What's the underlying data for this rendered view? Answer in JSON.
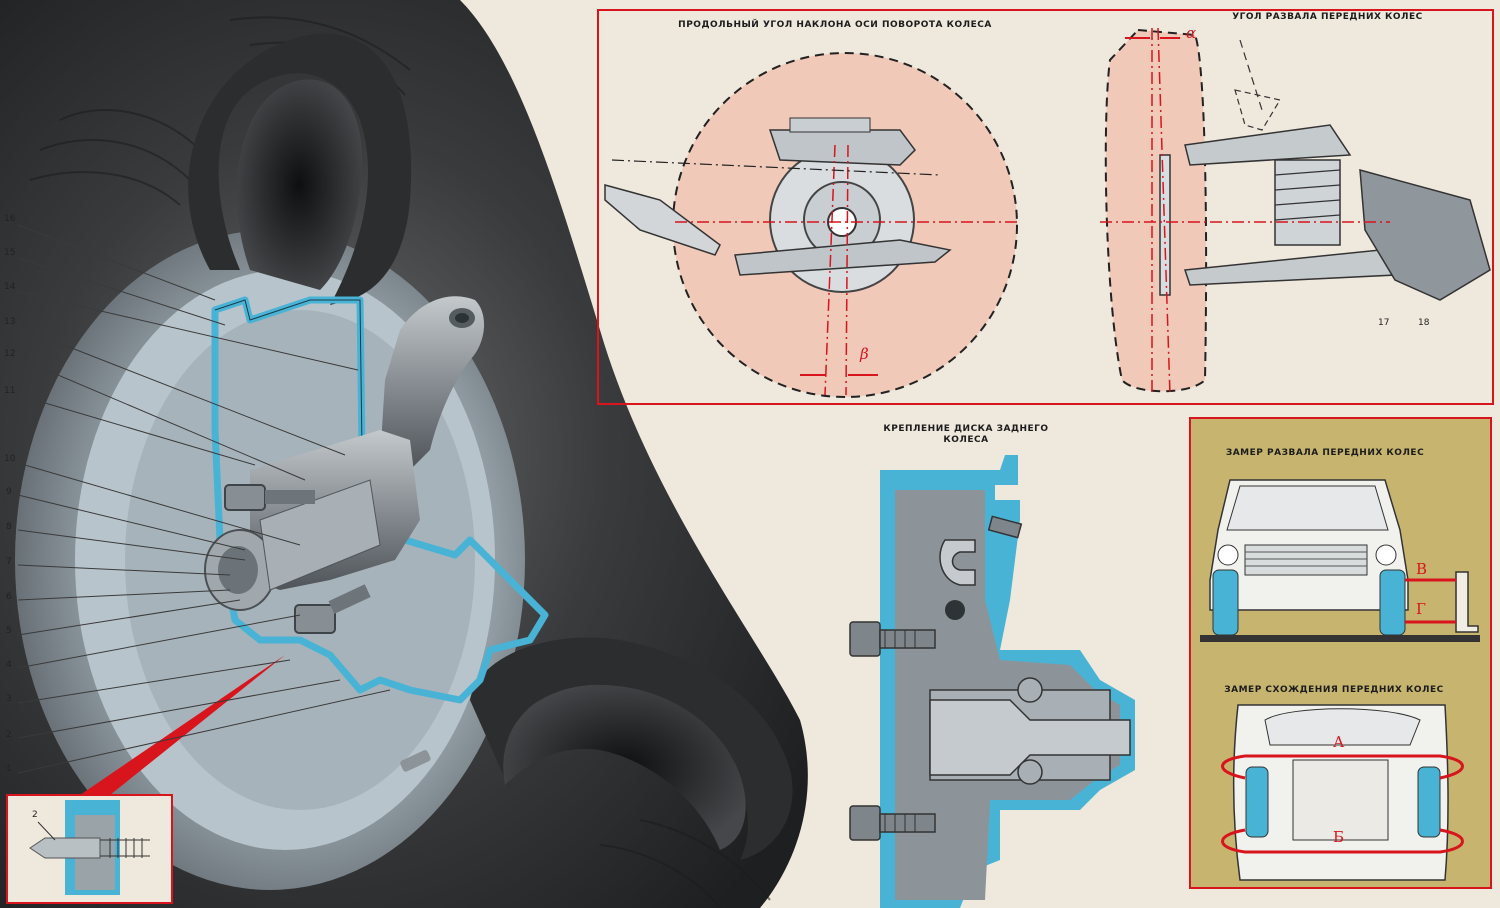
{
  "titles": {
    "caster": "ПРОДОЛЬНЫЙ УГОЛ НАКЛОНА ОСИ ПОВОРОТА КОЛЕСА",
    "camber": "УГОЛ РАЗВАЛА ПЕРЕДНИХ КОЛЕС",
    "rear_disc": "КРЕПЛЕНИЕ ДИСКА ЗАДНЕГО КОЛЕСА",
    "camber_measure": "ЗАМЕР РАЗВАЛА ПЕРЕДНИХ КОЛЕС",
    "toe_measure": "ЗАМЕР СХОЖДЕНИЯ ПЕРЕДНИХ КОЛЕС"
  },
  "callouts": [
    "16",
    "15",
    "14",
    "13",
    "12",
    "11",
    "10",
    "9",
    "8",
    "7",
    "6",
    "5",
    "4",
    "3",
    "2",
    "1"
  ],
  "callouts_right": [
    "17",
    "18"
  ],
  "inset_callout": "2",
  "angle_labels": {
    "beta": "β",
    "alpha": "α"
  },
  "measure_labels": {
    "v": "В",
    "g": "Г",
    "a": "А",
    "b": "Б"
  },
  "colors": {
    "background": "#efe8dd",
    "frame_red": "#d8141c",
    "cutaway_blue": "#49b3d6",
    "steel": "#8e969c",
    "tire_dark": "#2a2b2c",
    "wheel_pink": "#f0c9b8",
    "panel_olive": "#c7b56f"
  }
}
